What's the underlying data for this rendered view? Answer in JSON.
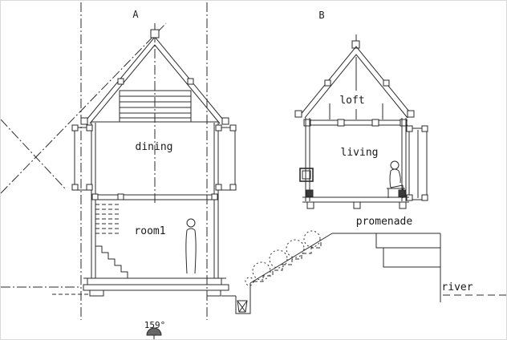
{
  "labels": {
    "section_a": "A",
    "section_b": "B",
    "dining": "dining",
    "room1": "room1",
    "loft": "loft",
    "living": "living",
    "promenade": "promenade",
    "river": "river",
    "compass_angle": "159°"
  },
  "colors": {
    "line": "#2b2b2b",
    "background": "#ffffff"
  }
}
